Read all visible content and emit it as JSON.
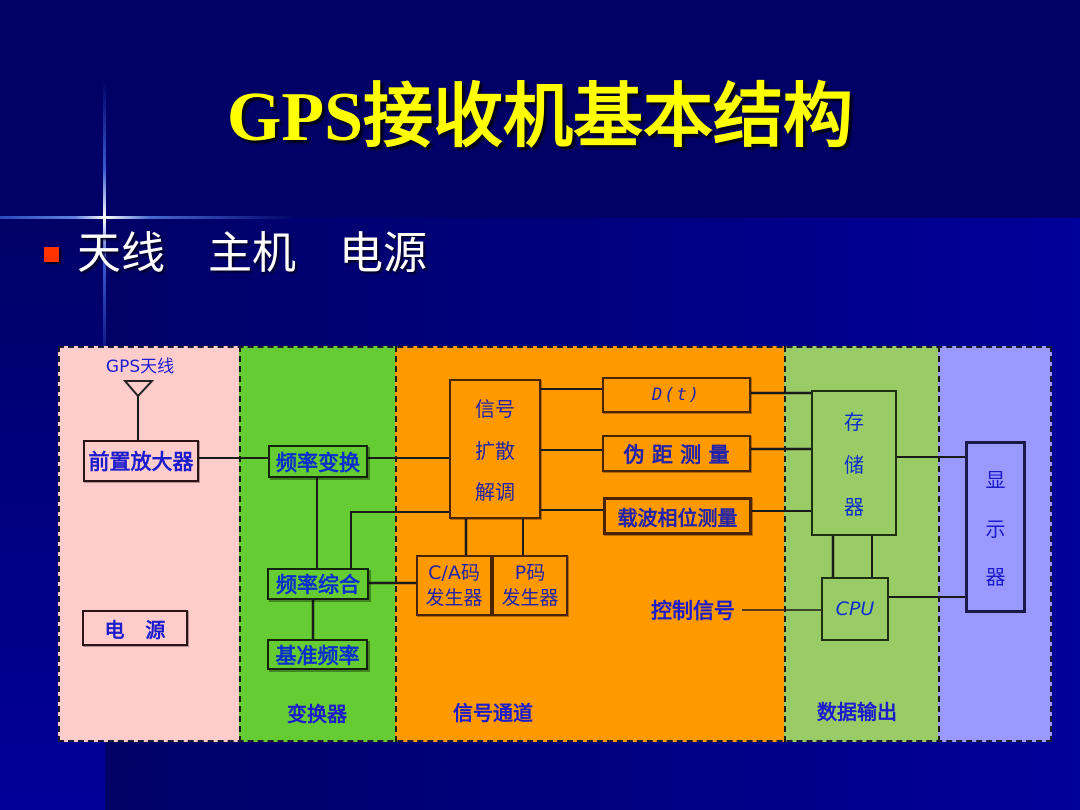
{
  "slide": {
    "title": "GPS接收机基本结构",
    "title_color": "#FFFF00",
    "bullet_color": "#FF3300",
    "bullet_items": [
      "天线",
      "主机",
      "电源"
    ]
  },
  "diagram": {
    "columns": [
      {
        "name": "antenna-zone",
        "color": "#FFCCCC",
        "label": ""
      },
      {
        "name": "converter-zone",
        "color": "#66CC33",
        "label": "变换器"
      },
      {
        "name": "signal-channel-zone",
        "color": "#FF9900",
        "label": "信号通道"
      },
      {
        "name": "data-output-zone",
        "color": "#99CC66",
        "label": "数据输出"
      },
      {
        "name": "display-zone",
        "color": "#9999FF",
        "label": ""
      }
    ],
    "antenna_label": "GPS天线",
    "preamplifier": "前置放大器",
    "power_supply": "电   源",
    "frequency_conversion": "频率变换",
    "frequency_synthesis": "频率综合",
    "reference_frequency": "基准频率",
    "signal_block": [
      "信号",
      "扩散",
      "解调"
    ],
    "data_message": "D(t)",
    "pseudorange": "伪 距 测 量",
    "carrier_phase": "载波相位测量",
    "ca_code_generator": [
      "C/A码",
      "发生器"
    ],
    "p_code_generator": [
      "P码",
      "发生器"
    ],
    "control_signal": "控制信号",
    "memory": [
      "存",
      "储",
      "器"
    ],
    "cpu": "CPU",
    "display": [
      "显",
      "示",
      "器"
    ]
  }
}
